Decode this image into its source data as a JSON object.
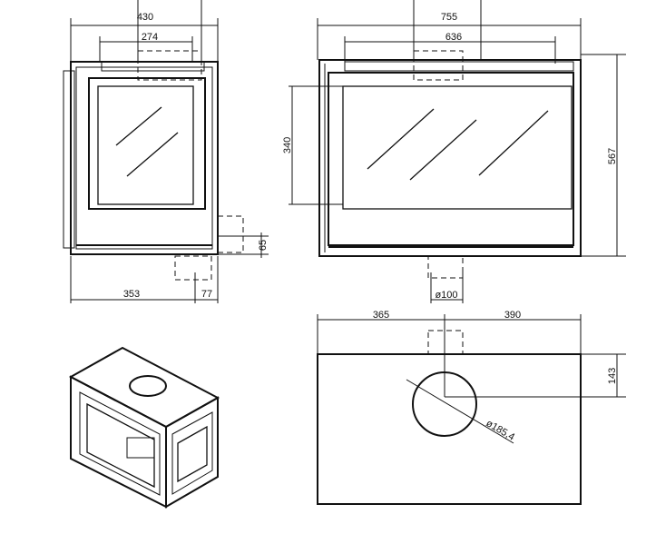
{
  "dimensions": {
    "side_width": "430",
    "side_inner": "274",
    "side_depth_front": "353",
    "side_depth_back": "77",
    "side_offset": "65",
    "front_width": "755",
    "front_inner": "636",
    "glass_height": "340",
    "total_height": "567",
    "flue_diameter": "ø100",
    "top_left": "365",
    "top_right": "390",
    "top_depth": "143",
    "hole_diameter": "ø185,4"
  }
}
